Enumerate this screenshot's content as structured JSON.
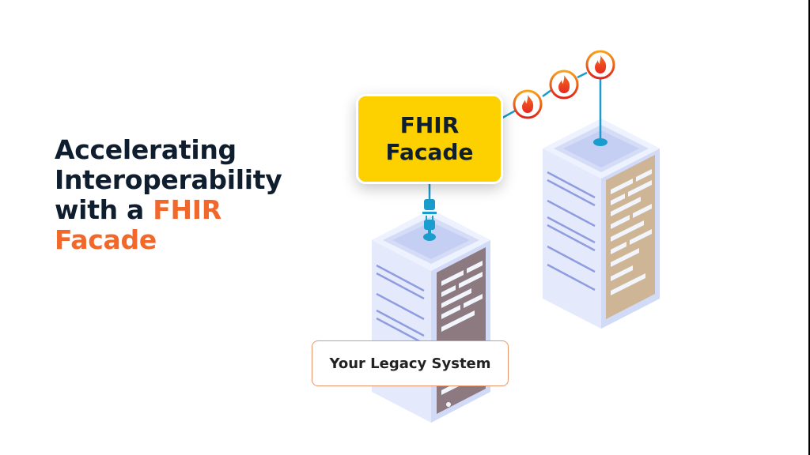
{
  "headline": {
    "line1": "Accelerating",
    "line2": "Interoperability",
    "line3_prefix": "with a ",
    "line3_accent": "FHIR",
    "line4_accent": "Facade"
  },
  "diagram": {
    "facade_label_line1": "FHIR",
    "facade_label_line2": "Facade",
    "legacy_label": "Your Legacy System",
    "fhir_nodes": [
      "fhir-flame-icon",
      "fhir-flame-icon",
      "fhir-flame-icon"
    ],
    "connector_icon": "plug-icon"
  },
  "colors": {
    "headline_dark": "#0f1e2e",
    "accent_orange": "#f2682a",
    "facade_yellow": "#fdd000",
    "connector_blue": "#1a9ccc",
    "legacy_server_panel": "#8d7a80",
    "fhir_server_panel": "#cdb596",
    "server_body": "#dfe6fb",
    "flame_red": "#e8362c"
  }
}
